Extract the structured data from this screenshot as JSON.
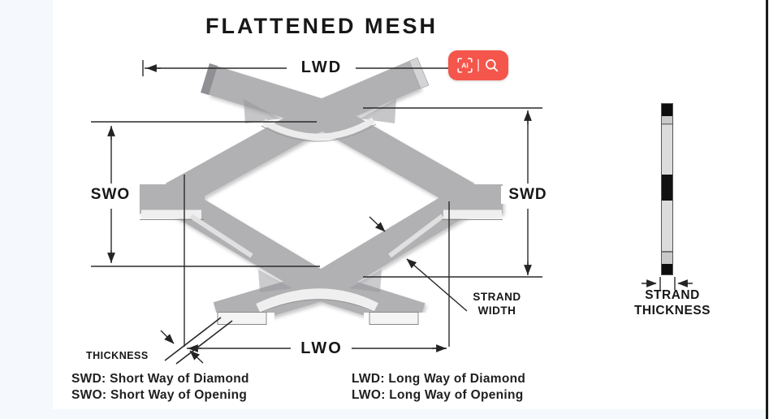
{
  "colors": {
    "accent_red": "#f4564b",
    "page_bg": "#f5f8fc",
    "canvas_bg": "#ffffff",
    "line_black": "#2a2a2a",
    "strand_gray": "#b1b1b4"
  },
  "title": "FLATTENED MESH",
  "labels": {
    "lwd": "LWD",
    "swo": "SWO",
    "swd": "SWD",
    "lwo": "LWO",
    "strand_width": [
      "STRAND",
      "WIDTH"
    ],
    "thickness": "THICKNESS",
    "strand_thickness": [
      "STRAND",
      "THICKNESS"
    ]
  },
  "legend": {
    "items": [
      {
        "label": "SWD: Short Way of Diamond"
      },
      {
        "label": "SWO: Short Way of Opening"
      },
      {
        "label": "LWD: Long Way of Diamond"
      },
      {
        "label": "LWO: Long Way of Opening"
      }
    ]
  },
  "image_search_button": {
    "ai_label": "AI",
    "icons": [
      "ai-image-search-icon",
      "magnifier-icon"
    ]
  }
}
